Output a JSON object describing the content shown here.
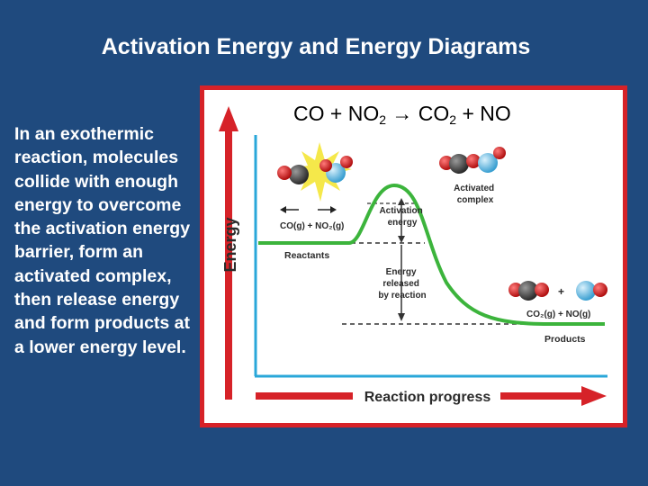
{
  "slide": {
    "title": "Activation Energy and Energy Diagrams",
    "body": "In an exothermic reaction, molecules collide with enough energy to overcome the activation energy barrier, form an activated complex, then release energy and form products at a lower energy level."
  },
  "equation": {
    "left_a": "CO + NO",
    "left_sub": "2",
    "arrow": "→",
    "right_a": "CO",
    "right_sub": "2",
    "right_b": " + NO"
  },
  "diagram": {
    "y_axis_label": "Energy",
    "x_axis_label": "Reaction progress",
    "reactants_formula": "CO(g) + NO₂(g)",
    "reactants_label": "Reactants",
    "activated_complex_label": [
      "Activated",
      "complex"
    ],
    "activation_energy_label": [
      "Activation",
      "energy"
    ],
    "energy_released_label": [
      "Energy",
      "released",
      "by reaction"
    ],
    "products_formula": "CO₂(g) + NO(g)",
    "products_label": "Products",
    "plus_sign": "+"
  },
  "colors": {
    "background": "#1f4a7e",
    "frame_border": "#d62228",
    "axis": "#29a7d9",
    "arrow": "#d62228",
    "curve": "#3cb43c",
    "carbon": "#3d3d3d",
    "oxygen": "#d21f1f",
    "nitrogen": "#5bb8e6",
    "collision": "#f5e84a"
  }
}
